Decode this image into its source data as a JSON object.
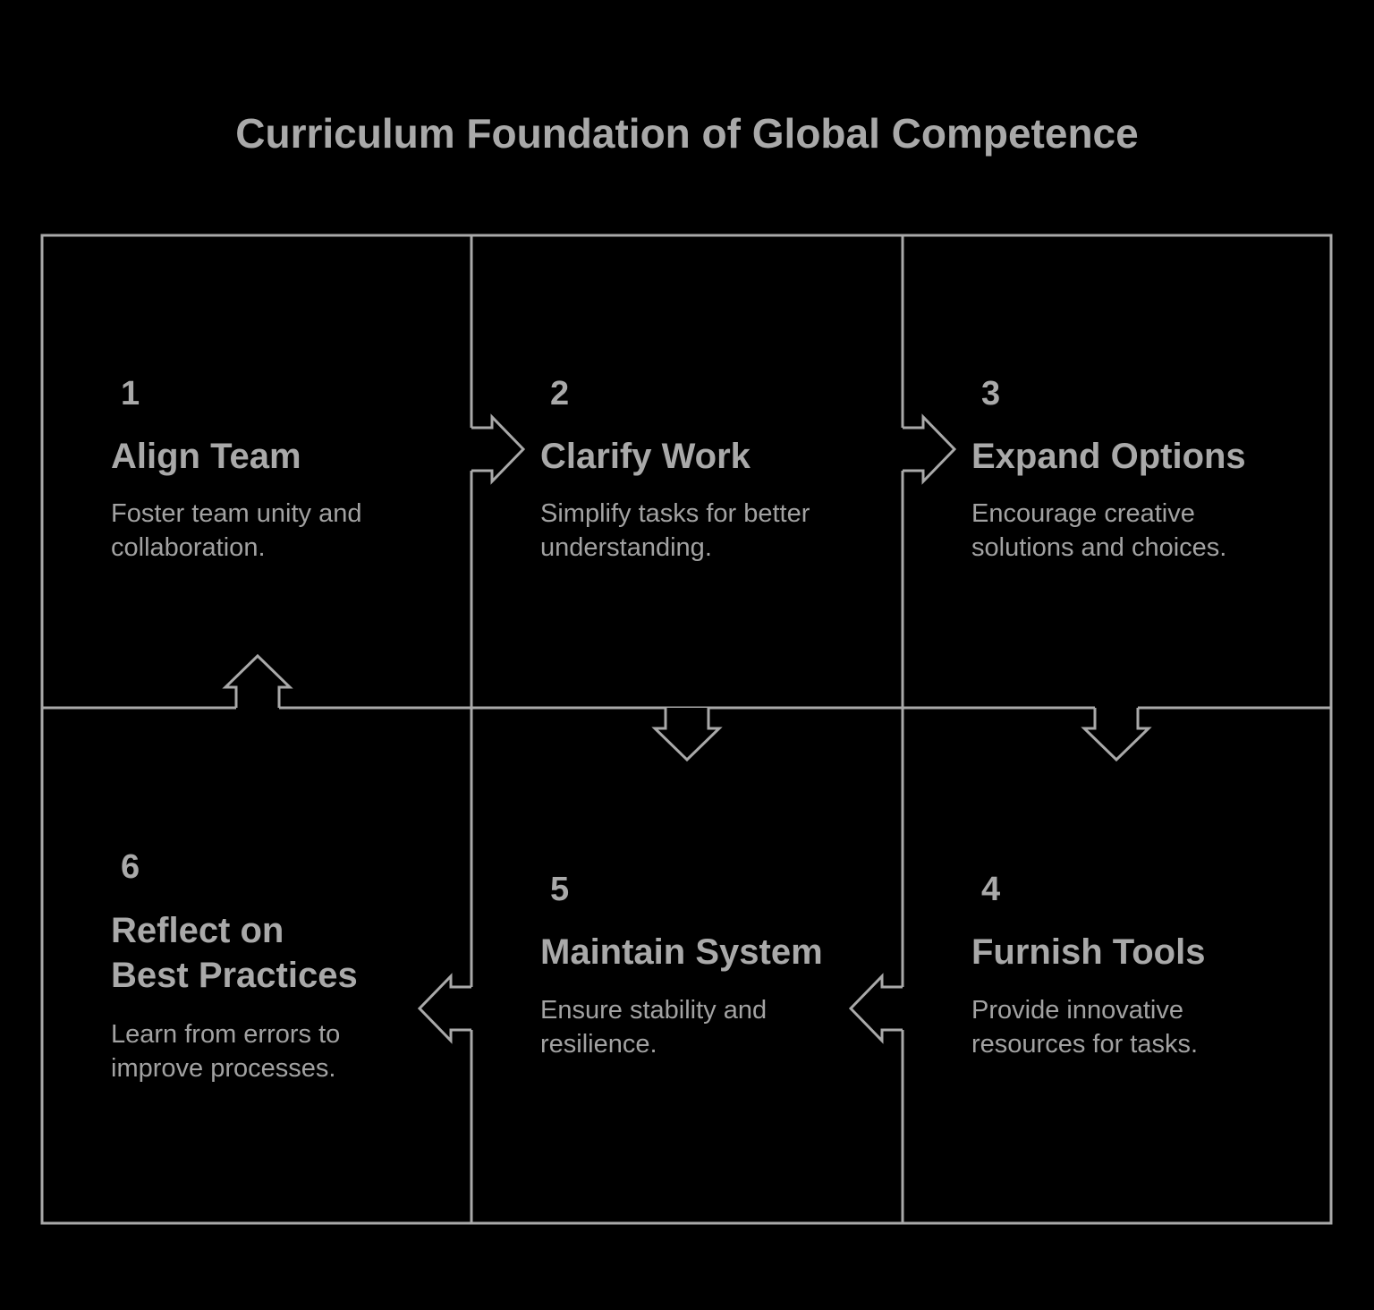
{
  "title": "Curriculum Foundation of Global Competence",
  "steps": [
    {
      "number": "1",
      "heading_lines": [
        "Align Team"
      ],
      "body_lines": [
        "Foster team unity and",
        "collaboration."
      ]
    },
    {
      "number": "2",
      "heading_lines": [
        "Clarify Work"
      ],
      "body_lines": [
        "Simplify tasks for better",
        "understanding."
      ]
    },
    {
      "number": "3",
      "heading_lines": [
        "Expand Options"
      ],
      "body_lines": [
        "Encourage creative",
        "solutions and choices."
      ]
    },
    {
      "number": "4",
      "heading_lines": [
        "Furnish Tools"
      ],
      "body_lines": [
        "Provide innovative",
        "resources for tasks."
      ]
    },
    {
      "number": "5",
      "heading_lines": [
        "Maintain System"
      ],
      "body_lines": [
        "Ensure stability and",
        "resilience."
      ]
    },
    {
      "number": "6",
      "heading_lines": [
        "Reflect on",
        "Best Practices"
      ],
      "body_lines": [
        "Learn from errors to",
        "improve processes."
      ]
    }
  ],
  "flow": {
    "sequence": "1 > 2 > 3 > 4 > 5 > 6 > 1",
    "arrow_icons": [
      "right-arrow-icon-1-to-2",
      "right-arrow-icon-2-to-3",
      "down-arrow-icon-3-to-4",
      "left-arrow-icon-4-to-5",
      "left-arrow-icon-5-to-6",
      "down-arrow-icon-2-to-5",
      "up-arrow-icon-6-to-1"
    ]
  },
  "colors": {
    "background": "#000000",
    "grid_line": "#a9a9a9",
    "title_text": "#a9a9a9",
    "heading_text": "#a9a9a9",
    "body_text": "#a2a2a2"
  }
}
